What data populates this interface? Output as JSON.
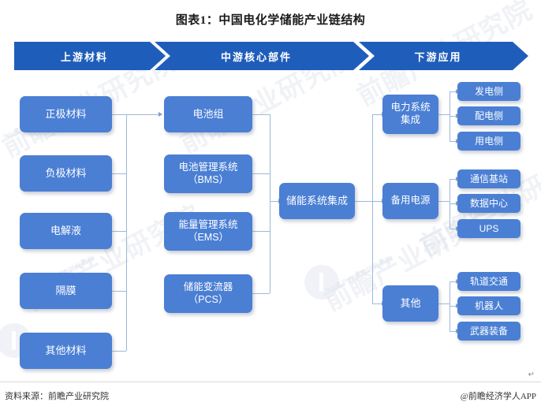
{
  "title": "图表1：中国电化学储能产业链结构",
  "colors": {
    "banner": "#1f5dba",
    "node": "#4a7fd4",
    "line": "#9fb8d8",
    "arrow": "#7d9fc8",
    "title_text": "#1a1a1a"
  },
  "banners": [
    {
      "label": "上游材料"
    },
    {
      "label": "中游核心部件"
    },
    {
      "label": "下游应用"
    }
  ],
  "upstream": {
    "items": [
      {
        "label": "正极材料"
      },
      {
        "label": "负极材料"
      },
      {
        "label": "电解液"
      },
      {
        "label": "隔膜"
      },
      {
        "label": "其他材料"
      }
    ]
  },
  "midstream": {
    "items": [
      {
        "label": "电池组"
      },
      {
        "label": "电池管理系统\n（BMS）",
        "line1": "电池管理系统",
        "line2": "（BMS）"
      },
      {
        "label": "能量管理系统\n（EMS）",
        "line1": "能量管理系统",
        "line2": "（EMS）"
      },
      {
        "label": "储能变流器\n（PCS）",
        "line1": "储能变流器",
        "line2": "（PCS）"
      }
    ],
    "integration": {
      "label": "储能系统集成"
    }
  },
  "downstream": {
    "groups": [
      {
        "label": "电力系统\n集成",
        "line1": "电力系统",
        "line2": "集成",
        "children": [
          {
            "label": "发电侧"
          },
          {
            "label": "配电侧"
          },
          {
            "label": "用电侧"
          }
        ]
      },
      {
        "label": "备用电源",
        "line1": "备用电源",
        "line2": "",
        "children": [
          {
            "label": "通信基站"
          },
          {
            "label": "数据中心"
          },
          {
            "label": "UPS"
          }
        ]
      },
      {
        "label": "其他",
        "line1": "其他",
        "line2": "",
        "children": [
          {
            "label": "轨道交通"
          },
          {
            "label": "机器人"
          },
          {
            "label": "武器装备"
          }
        ]
      }
    ]
  },
  "footer": {
    "source": "资料来源：前瞻产业研究院",
    "brand": "@前瞻经济学人APP",
    "pilcrow": "↵"
  },
  "watermark": {
    "text": "前瞻产业研究院",
    "subtext": "中国产业咨询领先机构"
  }
}
